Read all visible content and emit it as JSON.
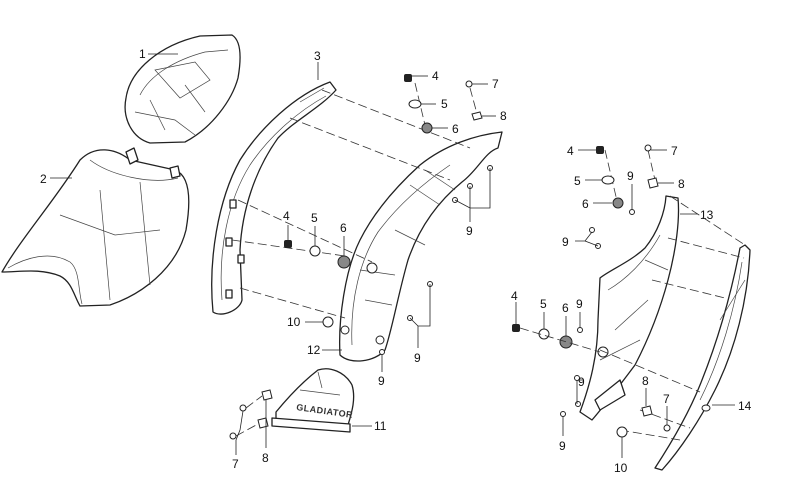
{
  "emboss_text": "GLADIATOR",
  "callouts": {
    "c1": "1",
    "c2": "2",
    "c3": "3",
    "c4a": "4",
    "c5a": "5",
    "c6a": "6",
    "c7a": "7",
    "c8a": "8",
    "c9a": "9",
    "c4b": "4",
    "c5b": "5",
    "c6b": "6",
    "c10a": "10",
    "c12": "12",
    "c9b": "9",
    "c9c": "9",
    "c11": "11",
    "c7b": "7",
    "c8b": "8",
    "c4c": "4",
    "c5c": "5",
    "c6c": "6",
    "c7c": "7",
    "c8c": "8",
    "c9d": "9",
    "c13": "13",
    "c9e": "9",
    "c4d": "4",
    "c5d": "5",
    "c6d": "6",
    "c9f": "9",
    "c9g": "9",
    "c8d": "8",
    "c7d": "7",
    "c14": "14",
    "c9h": "9",
    "c10b": "10"
  }
}
